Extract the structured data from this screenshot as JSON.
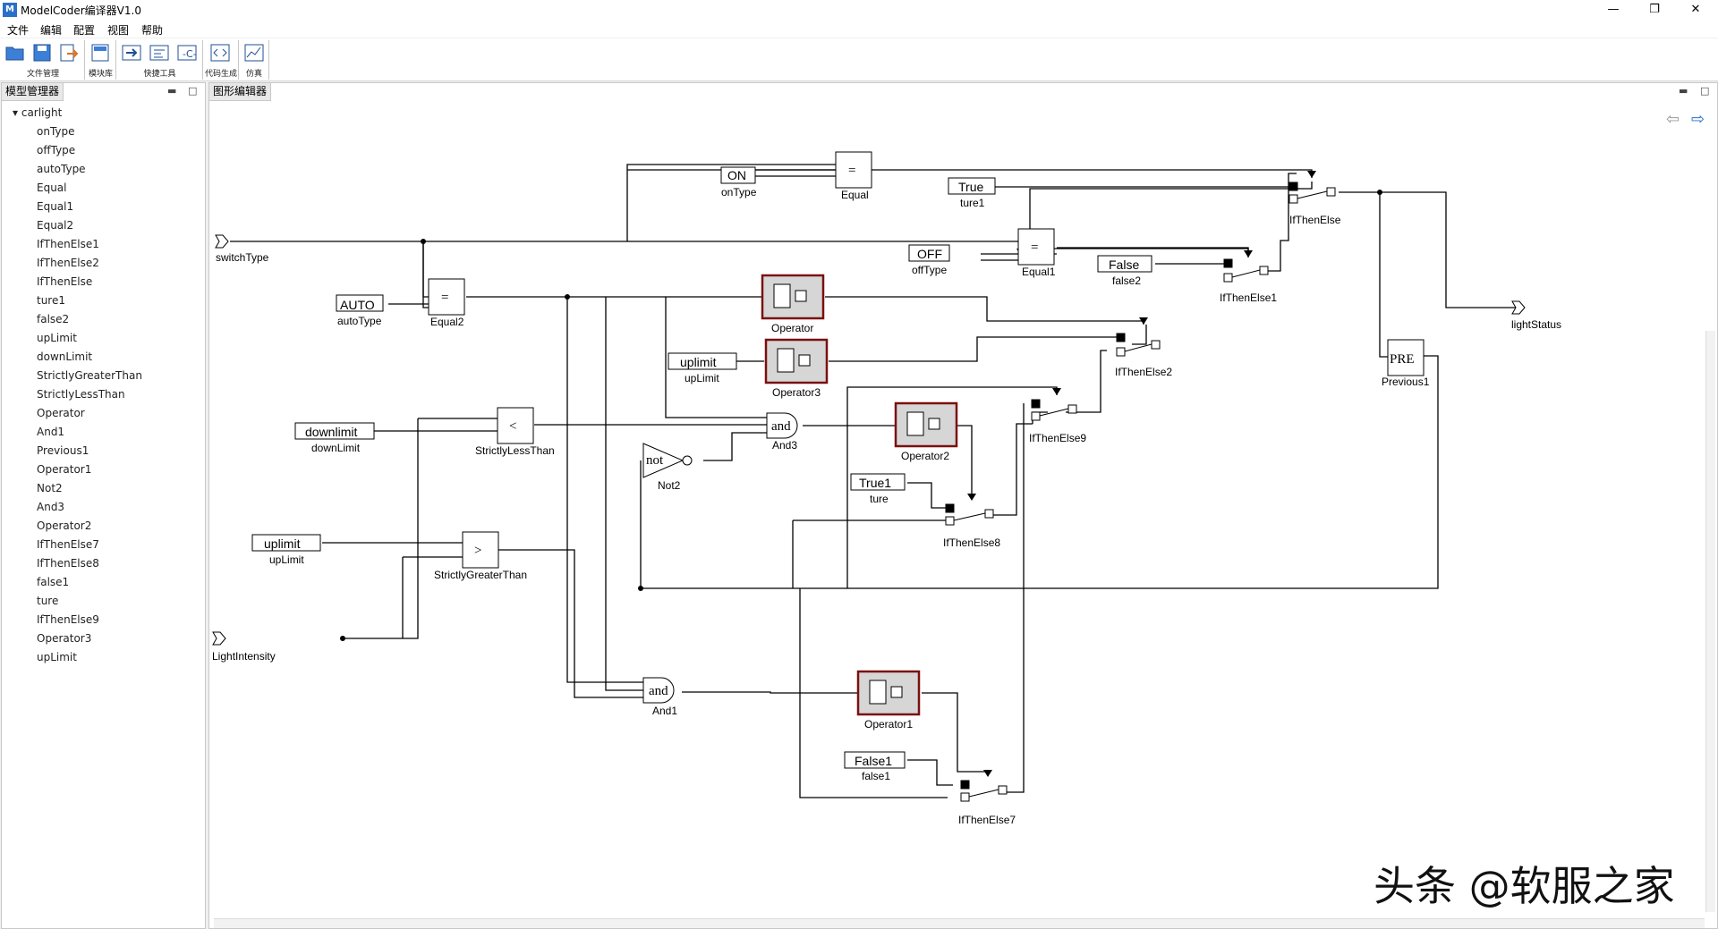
{
  "window": {
    "title": "ModelCoder编译器V1.0",
    "icon_letter": "M",
    "controls": [
      "—",
      "❐",
      "✕"
    ]
  },
  "menu": [
    "文件",
    "编辑",
    "配置",
    "视图",
    "帮助"
  ],
  "toolbar": {
    "groups": [
      {
        "label": "文件管理",
        "icons": [
          "open-folder-icon",
          "save-icon",
          "export-icon"
        ]
      },
      {
        "label": "模块库",
        "icons": [
          "library-icon"
        ]
      },
      {
        "label": "快捷工具",
        "icons": [
          "arrow-right-icon",
          "code-block-icon",
          "c-file-icon"
        ]
      },
      {
        "label": "代码生成",
        "icons": [
          "code-icon"
        ]
      },
      {
        "label": "仿真",
        "icons": [
          "chart-icon"
        ]
      }
    ]
  },
  "left_panel": {
    "title": "模型管理器",
    "controls": [
      "▬",
      "□"
    ],
    "root": "carlight",
    "items": [
      "onType",
      "offType",
      "autoType",
      "Equal",
      "Equal1",
      "Equal2",
      "IfThenElse1",
      "IfThenElse2",
      "IfThenElse",
      "ture1",
      "false2",
      "upLimit",
      "downLimit",
      "StrictlyGreaterThan",
      "StrictlyLessThan",
      "Operator",
      "And1",
      "Previous1",
      "Operator1",
      "Not2",
      "And3",
      "Operator2",
      "IfThenElse7",
      "IfThenElse8",
      "false1",
      "ture",
      "IfThenElse9",
      "Operator3",
      "upLimit"
    ]
  },
  "editor": {
    "title": "图形编辑器",
    "controls": [
      "▬",
      "□"
    ],
    "nav": {
      "back": "⇦",
      "forward": "⇨"
    },
    "inports": [
      {
        "name": "switchType"
      },
      {
        "name": "LightIntensity"
      }
    ],
    "outports": [
      {
        "name": "lightStatus"
      }
    ],
    "constants": [
      {
        "value": "ON",
        "name": "onType"
      },
      {
        "value": "True",
        "name": "ture1"
      },
      {
        "value": "OFF",
        "name": "offType"
      },
      {
        "value": "False",
        "name": "false2"
      },
      {
        "value": "AUTO",
        "name": "autoType"
      },
      {
        "value": "uplimit",
        "name": "upLimit"
      },
      {
        "value": "downlimit",
        "name": "downLimit"
      },
      {
        "value": "True1",
        "name": "ture"
      },
      {
        "value": "uplimit",
        "name": "upLimit"
      },
      {
        "value": "False1",
        "name": "false1"
      }
    ],
    "relational": [
      {
        "symbol": "=",
        "name": "Equal"
      },
      {
        "symbol": "=",
        "name": "Equal1"
      },
      {
        "symbol": "=",
        "name": "Equal2"
      },
      {
        "symbol": "<",
        "name": "StrictlyLessThan"
      },
      {
        "symbol": ">",
        "name": "StrictlyGreaterThan"
      }
    ],
    "logic": [
      {
        "symbol": "and",
        "name": "And3"
      },
      {
        "symbol": "not",
        "name": "Not2"
      },
      {
        "symbol": "and",
        "name": "And1"
      }
    ],
    "subsystems": [
      {
        "name": "Operator"
      },
      {
        "name": "Operator3"
      },
      {
        "name": "Operator2"
      },
      {
        "name": "Operator1"
      }
    ],
    "switches": [
      {
        "name": "IfThenElse"
      },
      {
        "name": "IfThenElse1"
      },
      {
        "name": "IfThenElse2"
      },
      {
        "name": "IfThenElse9"
      },
      {
        "name": "IfThenElse8"
      },
      {
        "name": "IfThenElse7"
      }
    ],
    "delay": {
      "symbol": "PRE",
      "name": "Previous1"
    }
  },
  "watermark": "头条 @软服之家"
}
